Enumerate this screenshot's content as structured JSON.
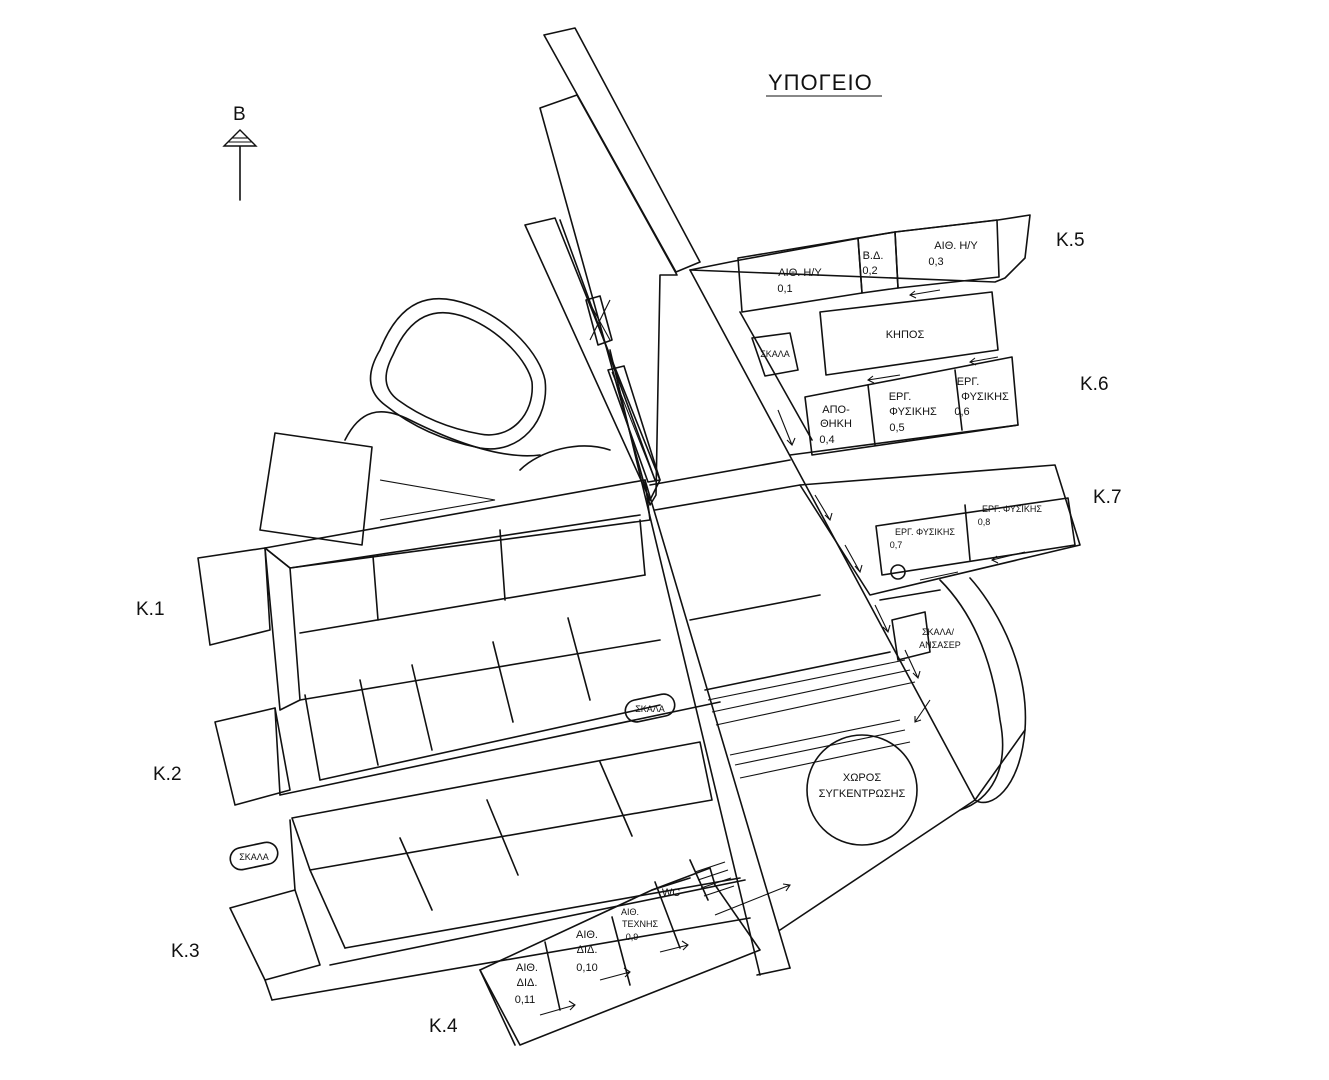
{
  "title": "ΥΠΟΓΕΙΟ",
  "north": "Β",
  "zones": {
    "k1": "Κ.1",
    "k2": "Κ.2",
    "k3": "Κ.3",
    "k4": "Κ.4",
    "k5": "Κ.5",
    "k6": "Κ.6",
    "k7": "Κ.7"
  },
  "rooms": {
    "r01": {
      "line1": "ΑΙΘ. Η/Υ",
      "line2": "0,1"
    },
    "r02": {
      "line1": "Β.Δ.",
      "line2": "0,2"
    },
    "r03": {
      "line1": "ΑΙΘ. Η/Υ",
      "line2": "0,3"
    },
    "garden": "ΚΗΠΟΣ",
    "r04": {
      "line1": "ΑΠΟ-",
      "line2": "ΘΗΚΗ",
      "line3": "0,4"
    },
    "r05": {
      "line1": "ΕΡΓ.",
      "line2": "ΦΥΣΙΚΗΣ",
      "line3": "0,5"
    },
    "r06": {
      "line1": "ΕΡΓ.",
      "line2": "ΦΥΣΙΚΗΣ",
      "line3": "0,6"
    },
    "r07": {
      "line1": "ΕΡΓ. ΦΥΣΙΚΗΣ",
      "line2": "0,7"
    },
    "r08": {
      "line1": "ΕΡΓ. ΦΥΣΙΚΗΣ",
      "line2": "0,8"
    },
    "r09": {
      "line1": "ΑΙΘ.",
      "line2": "ΤΕΧΝΗΣ",
      "line3": "0,9"
    },
    "r10": {
      "line1": "ΑΙΘ.",
      "line2": "ΔΙΔ.",
      "line3": "0,10"
    },
    "r11": {
      "line1": "ΑΙΘ.",
      "line2": "ΔΙΔ.",
      "line3": "0,11"
    },
    "wc": "WC",
    "assembly": {
      "line1": "ΧΩΡΟΣ",
      "line2": "ΣΥΓΚΕΝΤΡΩΣΗΣ"
    }
  },
  "stairs": {
    "s_k5": "ΣΚΑΛΑ",
    "s_mid": "ΣΚΑΛΑ",
    "s_k2": "ΣΚΑΛΑ",
    "s_k7": {
      "line1": "ΣΚΑΛΑ/",
      "line2": "ΑΝΣΑΣΕΡ"
    }
  }
}
